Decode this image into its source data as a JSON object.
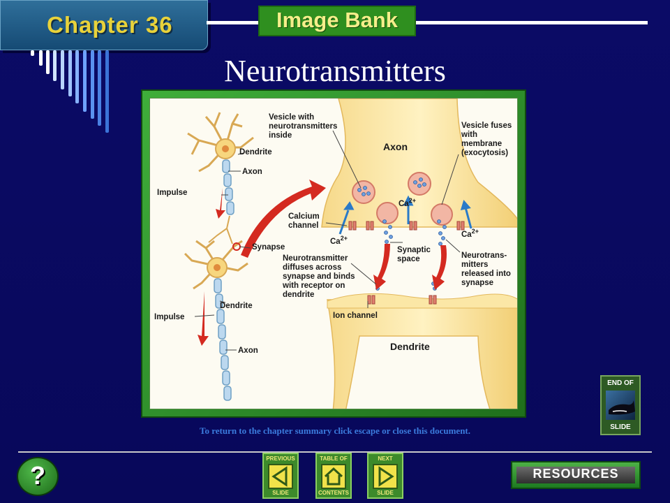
{
  "header": {
    "chapter_label": "Chapter 36",
    "banner_label": "Image Bank"
  },
  "slide": {
    "title": "Neurotransmitters"
  },
  "figure": {
    "labels": {
      "dendrite_top": "Dendrite",
      "axon_top": "Axon",
      "impulse_top": "Impulse",
      "synapse": "Synapse",
      "dendrite_bottom": "Dendrite",
      "impulse_bottom": "Impulse",
      "axon_bottom": "Axon",
      "vesicle_line1": "Vesicle with",
      "vesicle_line2": "neurotransmitters",
      "vesicle_line3": "inside",
      "axon_terminal": "Axon",
      "vesicle_fuses_line1": "Vesicle fuses",
      "vesicle_fuses_line2": "with",
      "vesicle_fuses_line3": "membrane",
      "vesicle_fuses_line4": "(exocytosis)",
      "ca_center": "Ca",
      "ca_left": "Ca",
      "ca_right": "Ca",
      "ca_charge": "2+",
      "calcium_channel_line1": "Calcium",
      "calcium_channel_line2": "channel",
      "synaptic_space_line1": "Synaptic",
      "synaptic_space_line2": "space",
      "nt_diffuses_line1": "Neurotransmitter",
      "nt_diffuses_line2": "diffuses across",
      "nt_diffuses_line3": "synapse and binds",
      "nt_diffuses_line4": "with receptor on",
      "nt_diffuses_line5": "dendrite",
      "nt_released_line1": "Neurotrans-",
      "nt_released_line2": "mitters",
      "nt_released_line3": "released into",
      "nt_released_line4": "synapse",
      "ion_channel": "Ion channel",
      "dendrite_terminal": "Dendrite"
    }
  },
  "footer": {
    "note": "To return to the chapter summary click escape or close this document.",
    "help_label": "?",
    "end_slide_line1": "END OF",
    "end_slide_line2": "SLIDE",
    "prev_top": "PREVIOUS",
    "prev_bottom": "SLIDE",
    "toc_top": "TABLE OF",
    "toc_bottom": "CONTENTS",
    "next_top": "NEXT",
    "next_bottom": "SLIDE",
    "resources_label": "RESOURCES"
  }
}
